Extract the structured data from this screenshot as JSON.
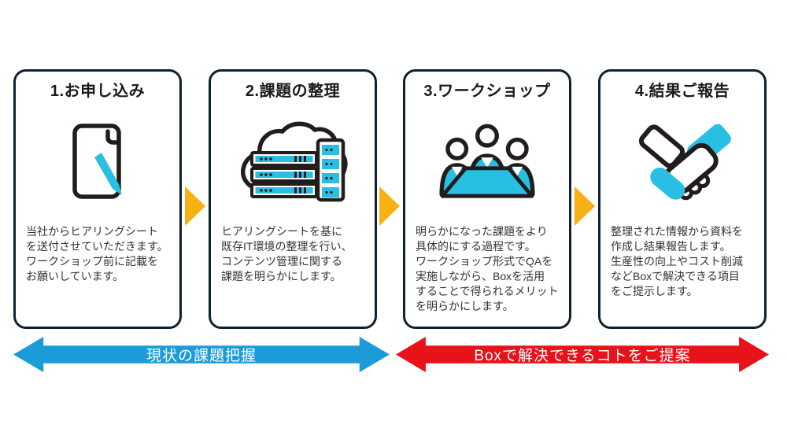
{
  "steps": [
    {
      "title": "1.お申し込み",
      "icon": "document-pen-icon",
      "description_lines": [
        "当社からヒアリングシート",
        "を送付させていただきます。",
        "ワークショップ前に記載を",
        "お願いしています。"
      ]
    },
    {
      "title": "2.課題の整理",
      "icon": "cloud-servers-icon",
      "description_lines": [
        "ヒアリングシートを基に",
        "既存IT環境の整理を行い、",
        "コンテンツ管理に関する",
        "課題を明らかにします。"
      ]
    },
    {
      "title": "3.ワークショップ",
      "icon": "meeting-icon",
      "description_lines": [
        "明らかになった課題をより",
        "具体的にする過程です。",
        "ワークショップ形式でQAを",
        "実施しながら、Boxを活用",
        "することで得られるメリット",
        "を明らかにします。"
      ]
    },
    {
      "title": "4.結果ご報告",
      "icon": "handshake-icon",
      "description_lines": [
        "整理された情報から資料を",
        "作成し結果報告します。",
        "生産性の向上やコスト削減",
        "などBoxで解決できる項目",
        "をご提示します。"
      ]
    }
  ],
  "phase_arrows": [
    {
      "label": "現状の課題把握",
      "color": "#1b9cd8"
    },
    {
      "label": "Boxで解決できるコトをご提案",
      "color": "#e81219"
    }
  ],
  "colors": {
    "background": "#ffffff",
    "card_border": "#0e2132",
    "icon_outline": "#221d1b",
    "accent_cyan": "#29bfe3",
    "step_arrow_yellow": "#f8b112",
    "phase_arrow_blue": "#1b9cd8",
    "phase_arrow_red": "#e81219",
    "title_text": "#1a1a1a",
    "body_text": "#333333"
  }
}
